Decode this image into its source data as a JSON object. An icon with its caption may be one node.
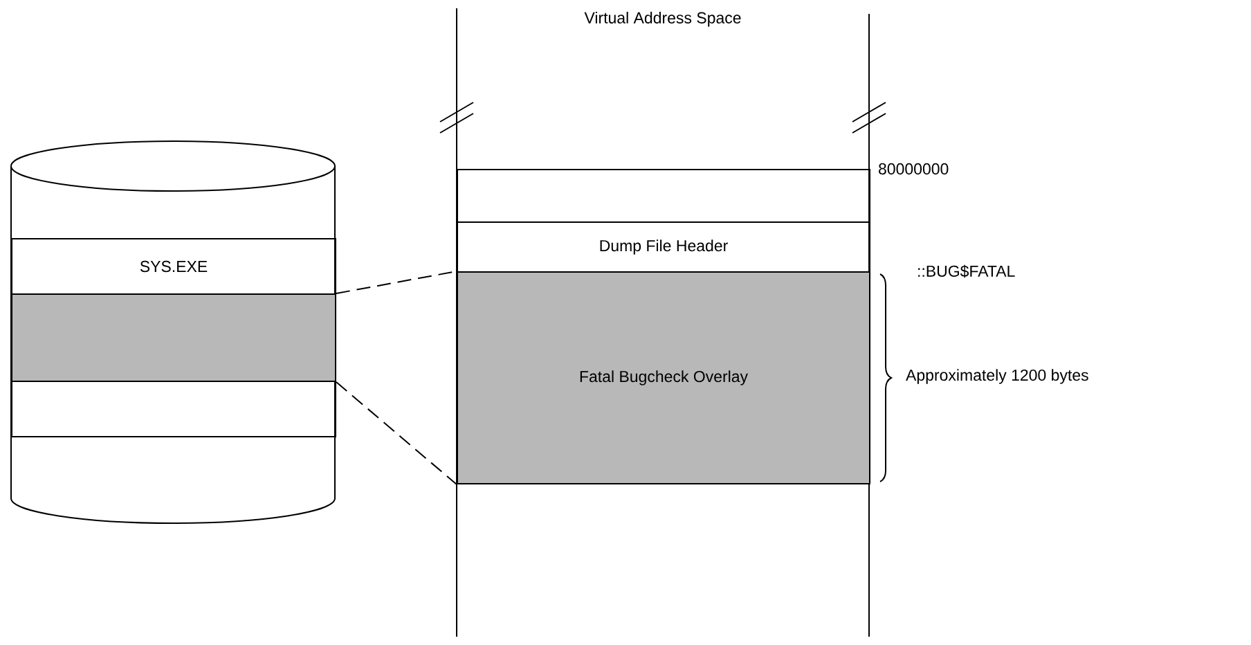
{
  "diagram": {
    "nodes": [
      {
        "text": [],
        "shape": "cylinder"
      },
      {
        "text": [
          "SYS.EXE"
        ],
        "in": 0
      },
      {
        "text": [],
        "shape": "box",
        "in": 0
      },
      {
        "text": [],
        "shape": "box",
        "in": 0
      },
      {
        "text": [
          "Virtual Address Space"
        ]
      },
      {
        "text": [],
        "shape": "box",
        "in": 4,
        "beside": [
          "80000000"
        ]
      },
      {
        "text": [
          "Dump File Header"
        ],
        "in": 4
      },
      {
        "text": [
          "Fatal Bugcheck Overlay"
        ],
        "in": 4,
        "beside": [
          "::BUG$FATAL",
          "Approximately 1200 bytes"
        ]
      }
    ],
    "edges": [
      {
        "from": 2,
        "to": 7,
        "arrow": "none",
        "style": "dashed"
      },
      {
        "from": 2,
        "to": 7,
        "arrow": "none",
        "style": "dashed"
      }
    ]
  }
}
